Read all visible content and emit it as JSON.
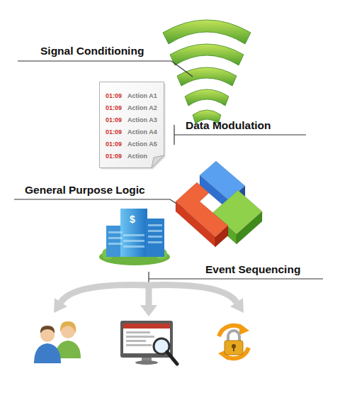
{
  "diagram": {
    "nodes": [
      {
        "text": [
          "01:09",
          "Action A1",
          "01:09",
          "Action A2",
          "01:09",
          "Action A3",
          "01:09",
          "Action A4",
          "01:09",
          "Action A5",
          "01:09",
          "Action"
        ]
      }
    ],
    "labels": [
      "Signal Conditioning",
      "Data Modulation",
      "General Purpose Logic",
      "$",
      "Event Sequencing"
    ]
  }
}
